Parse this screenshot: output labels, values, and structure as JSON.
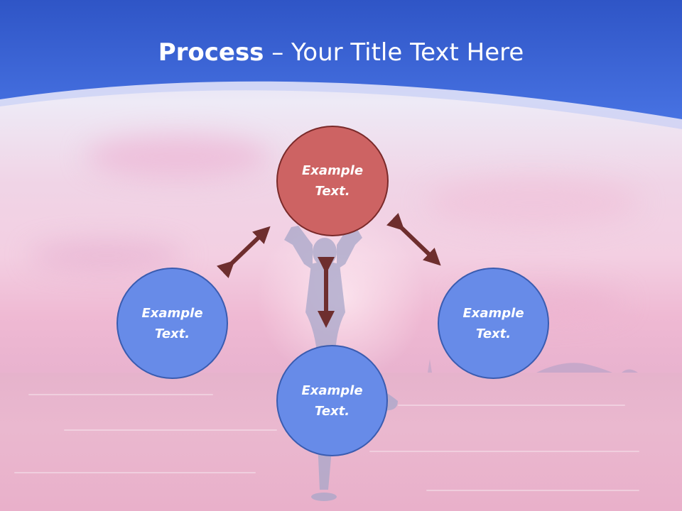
{
  "slide": {
    "title_bold": "Process",
    "title_rest": " – Your Title Text Here",
    "nodes": {
      "top": "Example Text.",
      "left": "Example Text.",
      "right": "Example Text.",
      "bottom": "Example Text."
    },
    "colors": {
      "header_blue": "#3f67d9",
      "node_red": "#cd6363",
      "node_blue": "#678be8",
      "arrow": "#6e2e2e"
    }
  }
}
